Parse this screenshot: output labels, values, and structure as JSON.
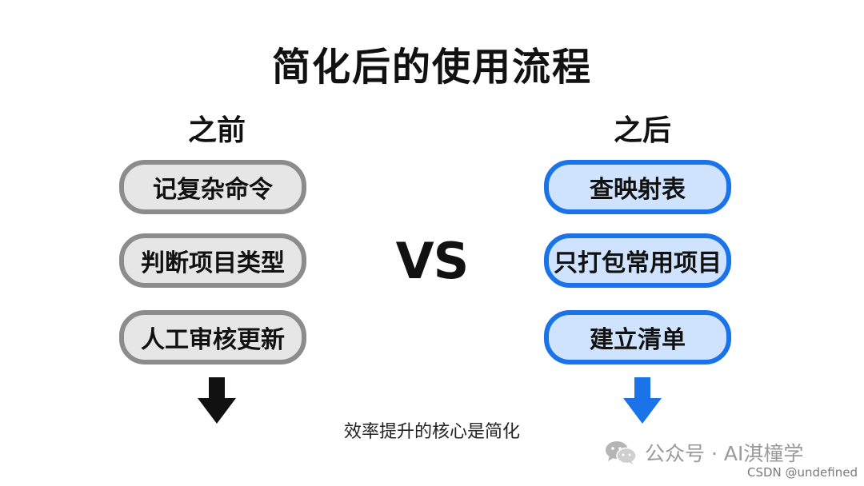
{
  "title": "简化后的使用流程",
  "before": {
    "heading": "之前",
    "items": [
      "记复杂命令",
      "判断项目类型",
      "人工审核更新"
    ]
  },
  "after": {
    "heading": "之后",
    "items": [
      "查映射表",
      "只打包常用项目",
      "建立清单"
    ]
  },
  "vs_label": "VS",
  "caption": "效率提升的核心是简化",
  "watermark": {
    "text": "公众号 · AI淇橦学",
    "icon": "wechat-icon"
  },
  "credit": "CSDN @undefined",
  "colors": {
    "before_fill": "#e6e6e6",
    "before_border": "#8c8c8c",
    "after_fill": "#cfe3ff",
    "after_border": "#1a73e8",
    "before_arrow": "#111111",
    "after_arrow": "#1a73e8"
  }
}
